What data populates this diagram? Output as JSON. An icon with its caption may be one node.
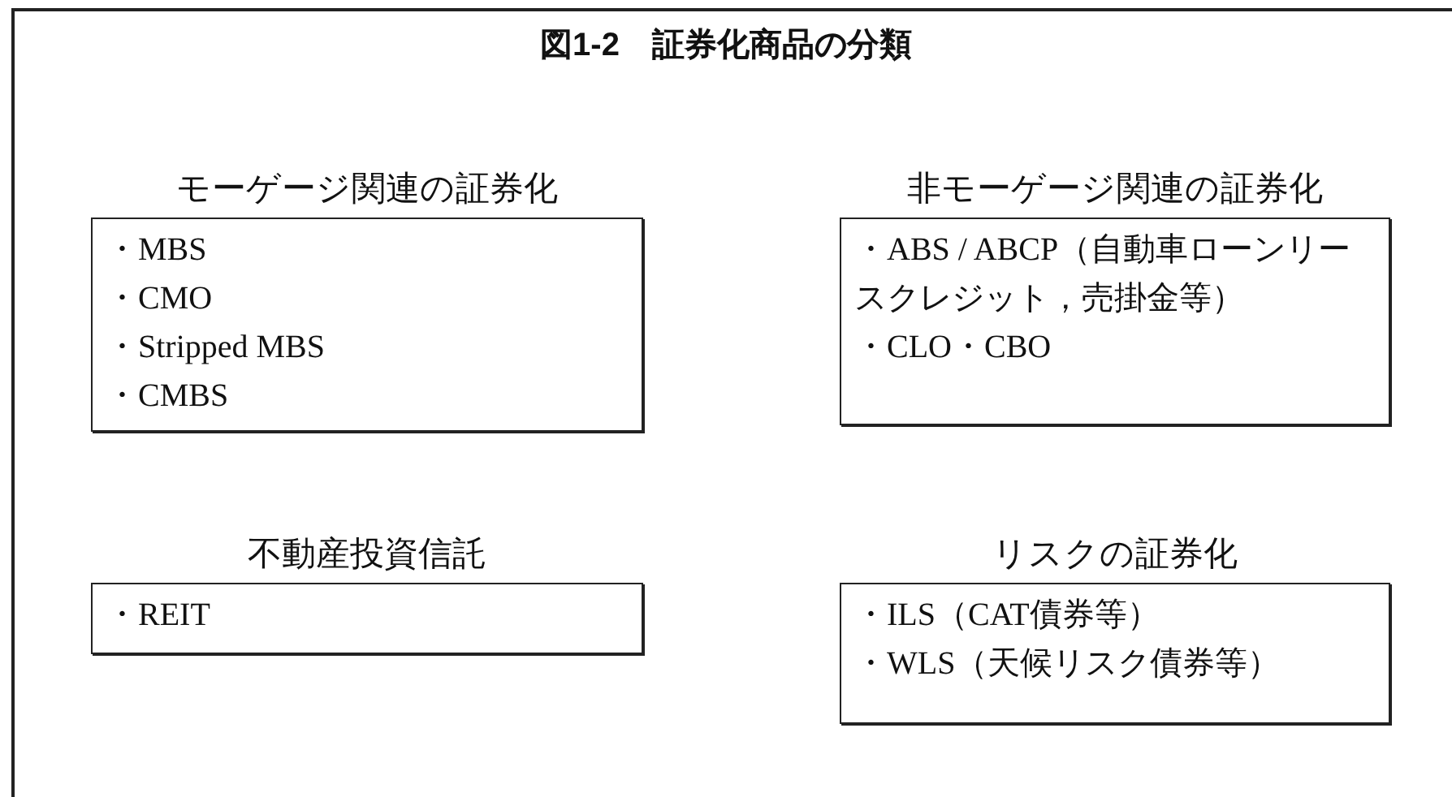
{
  "diagram": {
    "title": "図1-2　証券化商品の分類",
    "nodes": [
      {
        "text": [
          "モーゲージ関連の証券化",
          "・MBS",
          "・CMO",
          "・Stripped MBS",
          "・CMBS"
        ]
      },
      {
        "text": [
          "非モーゲージ関連の証券化",
          "・ABS / ABCP（自動車ローンリースクレジット，売掛金等）",
          "・CLO・CBO"
        ]
      },
      {
        "text": [
          "不動産投資信託",
          "・REIT"
        ]
      },
      {
        "text": [
          "リスクの証券化",
          "・ILS（CAT債券等）",
          "・WLS（天候リスク債券等）"
        ]
      }
    ]
  }
}
